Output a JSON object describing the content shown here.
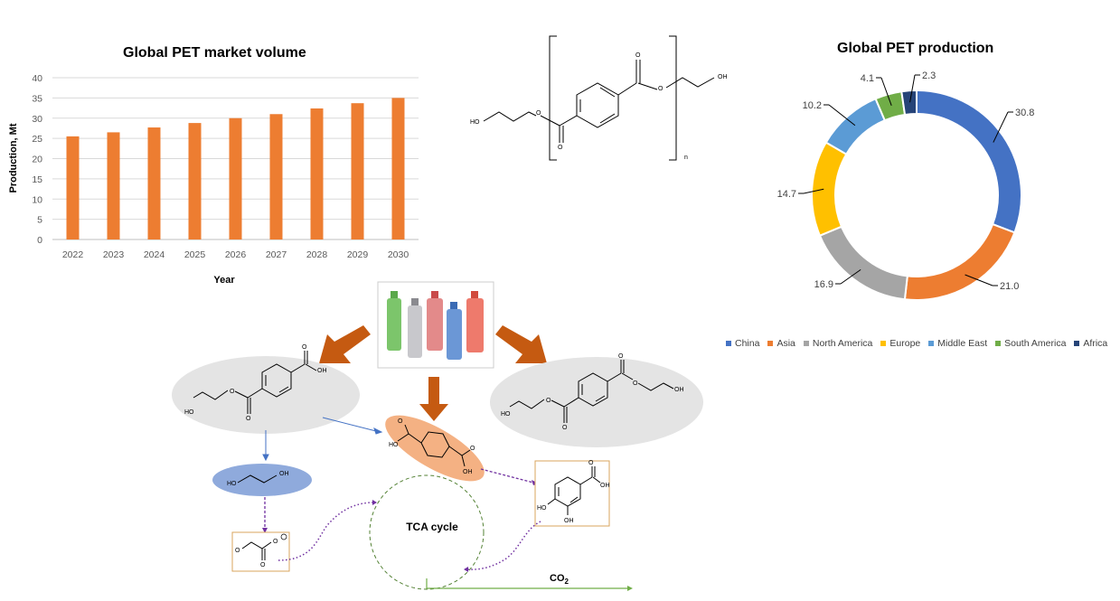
{
  "chart_data": [
    {
      "type": "bar",
      "title": "Global PET market volume",
      "xlabel": "Year",
      "ylabel": "Production, Mt",
      "ylim": [
        0,
        40
      ],
      "yticks": [
        "0",
        "5",
        "10",
        "15",
        "20",
        "25",
        "30",
        "35",
        "40"
      ],
      "grid": true,
      "categories": [
        "2022",
        "2023",
        "2024",
        "2025",
        "2026",
        "2027",
        "2028",
        "2029",
        "2030"
      ],
      "values": [
        25.5,
        26.5,
        27.7,
        28.8,
        30.0,
        31.0,
        32.4,
        33.7,
        35.0
      ],
      "color": "#ED7D31"
    },
    {
      "type": "pie",
      "title": "Global PET production",
      "donut": true,
      "categories": [
        "China",
        "Asia",
        "North America",
        "Europe",
        "Middle East",
        "South America",
        "Africa"
      ],
      "values": [
        30.8,
        21.0,
        16.9,
        14.7,
        10.2,
        4.1,
        2.3
      ],
      "labels": [
        "30.8",
        "21.0",
        "16.9",
        "14.7",
        "10.2",
        "4.1",
        "2.3"
      ],
      "colors": [
        "#4472C4",
        "#ED7D31",
        "#A5A5A5",
        "#FFC000",
        "#5B9BD5",
        "#70AD47",
        "#264478"
      ],
      "legend": "bottom"
    }
  ],
  "diagram": {
    "tca_label": "TCA cycle",
    "co2_label": "CO",
    "co2_subscript": "2",
    "repeat_subscript": "n",
    "atom_labels": {
      "ho": "HO",
      "oh": "OH",
      "o": "O"
    }
  }
}
